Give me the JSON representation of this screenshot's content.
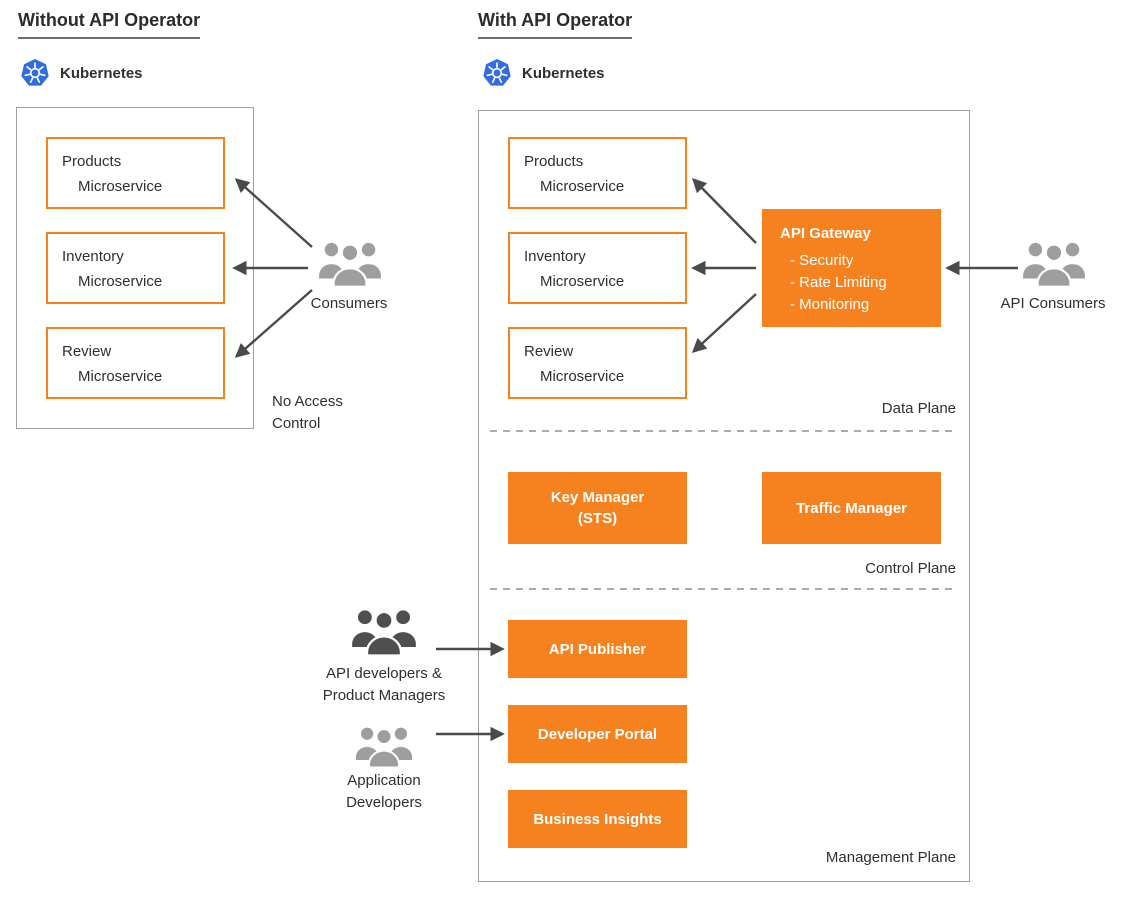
{
  "colors": {
    "orange": "#F6821F",
    "arrow": "#4a4a4a",
    "divider": "#9e9e9e",
    "border-gray": "#9e9e9e",
    "k8s-blue": "#326CE5",
    "people-gray": "#9e9e9e",
    "people-dark": "#4f4f4f",
    "text": "#2f2f2f"
  },
  "left_panel": {
    "title": "Without API Operator",
    "kubernetes_label": "Kubernetes",
    "services": [
      {
        "name": "Products",
        "type": "Microservice"
      },
      {
        "name": "Inventory",
        "type": "Microservice"
      },
      {
        "name": "Review",
        "type": "Microservice"
      }
    ],
    "consumers_label": "Consumers",
    "note": {
      "line1": "No Access",
      "line2": "Control"
    }
  },
  "right_panel": {
    "title": "With API Operator",
    "kubernetes_label": "Kubernetes",
    "services": [
      {
        "name": "Products",
        "type": "Microservice"
      },
      {
        "name": "Inventory",
        "type": "Microservice"
      },
      {
        "name": "Review",
        "type": "Microservice"
      }
    ],
    "api_gateway": {
      "title": "API Gateway",
      "features": [
        "- Security",
        "- Rate Limiting",
        "- Monitoring"
      ]
    },
    "api_consumers_label": "API Consumers",
    "data_plane_label": "Data Plane",
    "control_plane": {
      "key_manager_line1": "Key Manager",
      "key_manager_line2": "(STS)",
      "traffic_manager": "Traffic Manager",
      "label": "Control Plane"
    },
    "management_plane": {
      "boxes": [
        "API Publisher",
        "Developer Portal",
        "Business Insights"
      ],
      "label": "Management Plane"
    },
    "actors": {
      "api_devs_line1": "API developers &",
      "api_devs_line2": "Product Managers",
      "app_devs_line1": "Application",
      "app_devs_line2": "Developers"
    }
  }
}
